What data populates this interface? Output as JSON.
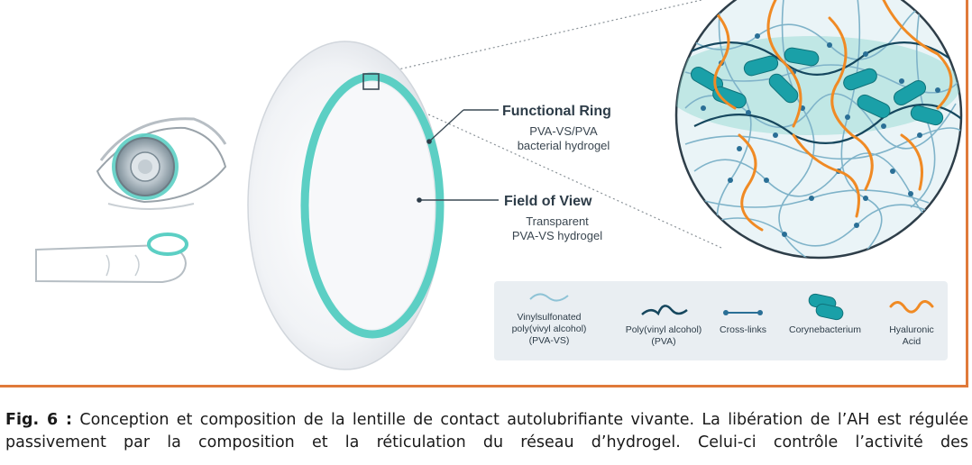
{
  "labels": {
    "functional_ring": {
      "title": "Functional Ring",
      "line1": "PVA-VS/PVA",
      "line2": "bacterial hydrogel"
    },
    "field_of_view": {
      "title": "Field of View",
      "line1": "Transparent",
      "line2": "PVA-VS hydrogel"
    }
  },
  "legend": {
    "items": [
      {
        "lines": [
          "Vinylsulfonated",
          "poly(vivyl alcohol)",
          "(PVA-VS)"
        ],
        "icon": "light-wavy-line-icon",
        "color": "#8fc3d6"
      },
      {
        "lines": [
          "Poly(vinyl alcohol)",
          "(PVA)"
        ],
        "icon": "dark-wavy-line-icon",
        "color": "#16475e"
      },
      {
        "lines": [
          "Cross-links"
        ],
        "icon": "crosslink-icon",
        "color": "#2a6f96"
      },
      {
        "lines": [
          "Corynebacterium"
        ],
        "icon": "bacteria-icon",
        "color": "#1aa0a8"
      },
      {
        "lines": [
          "Hyaluronic",
          "Acid"
        ],
        "icon": "orange-wavy-line-icon",
        "color": "#f08a24"
      }
    ]
  },
  "colors": {
    "frame": "#e07a3a",
    "ring": "#5ccfc4",
    "lens": "#f2f4f7",
    "polymer_light": "#8fc3d6",
    "polymer_dark": "#16475e",
    "bacteria": "#1aa0a8",
    "hyaluronic_acid": "#f08a24"
  },
  "caption": {
    "fig_number": "Fig. 6 :",
    "text": "Conception et composition de la lentille de contact autolubrifiante vivante. La libération de l’AH est régulée passivement par la composition et la réticulation du réseau d’hydrogel. Celui-ci contrôle l’activité des"
  }
}
